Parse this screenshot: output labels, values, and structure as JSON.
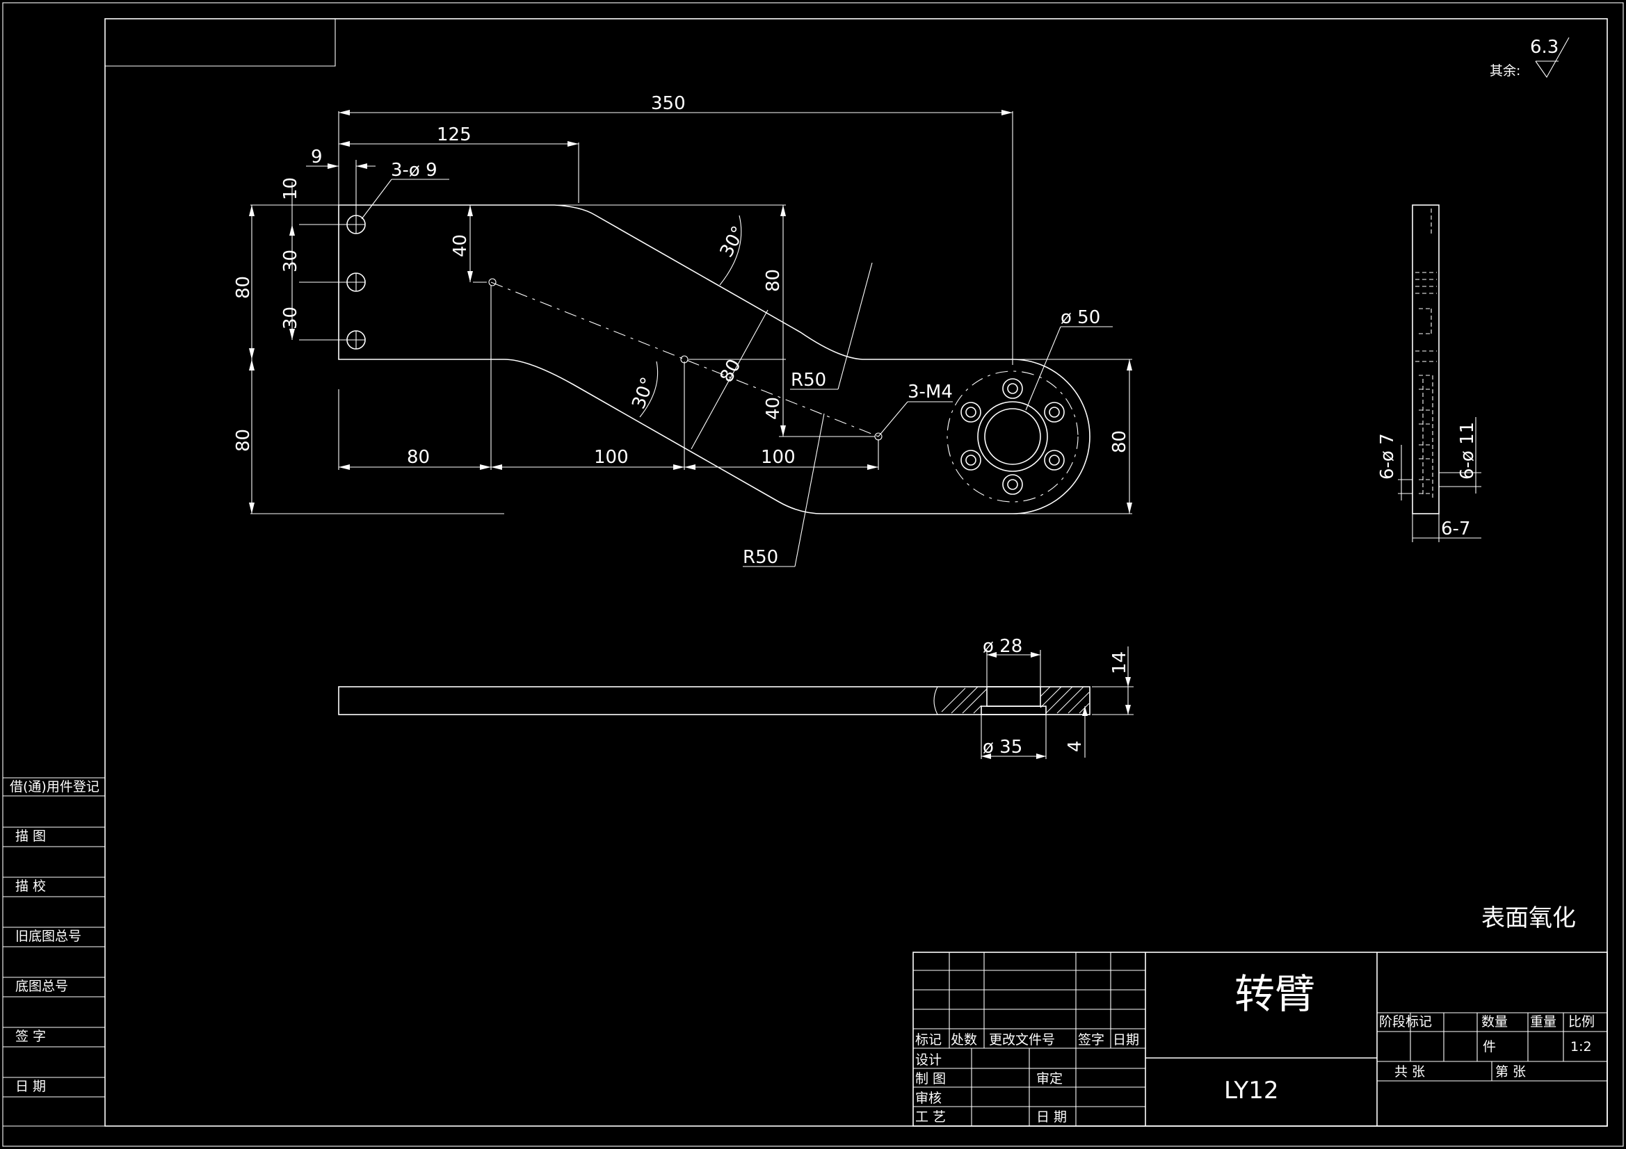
{
  "roughness": {
    "prefix": "其余:",
    "value": "6.3"
  },
  "dimensions": {
    "d350": "350",
    "d125": "125",
    "d9": "9",
    "holes_3d9": "3-ø 9",
    "d10": "10",
    "d30a": "30",
    "d30b": "30",
    "d80_left_top": "80",
    "d80_left_bot": "80",
    "d40_top": "40",
    "angle_top": "30°",
    "d80_mid": "80",
    "d80_diag": "80",
    "r50_top": "R50",
    "angle_bot": "30°",
    "d40_mid": "40",
    "threads_3m4": "3-M4",
    "d50": "ø 50",
    "d80_right": "80",
    "d80_bottom": "80",
    "d100_a": "100",
    "d100_b": "100",
    "r50_bot": "R50",
    "d28": "ø 28",
    "d14": "14",
    "d35": "ø 35",
    "d4": "4",
    "side_6d7": "6-ø 7",
    "side_6d11": "6-ø 11",
    "side_67": "6-7"
  },
  "note": "表面氧化",
  "left_strip": {
    "rows": [
      "借(通)用件登记",
      "描  图",
      "描  校",
      "旧底图总号",
      "底图总号",
      "签  字",
      "日  期"
    ]
  },
  "title_block": {
    "part_name": "转臂",
    "material": "LY12",
    "rev_headers": [
      "标记",
      "处数",
      "更改文件号",
      "签字",
      "日期"
    ],
    "sign_rows": [
      {
        "label": "设计",
        "right": ""
      },
      {
        "label": "制  图",
        "right": "审定"
      },
      {
        "label": "审核",
        "right": ""
      },
      {
        "label": "工  艺",
        "right": "日  期"
      }
    ],
    "info_headers": [
      "阶段标记",
      "数量",
      "重量",
      "比例"
    ],
    "qty_unit": "件",
    "scale": "1:2",
    "sheets_total": "共    张",
    "sheet_no": "第    张"
  }
}
